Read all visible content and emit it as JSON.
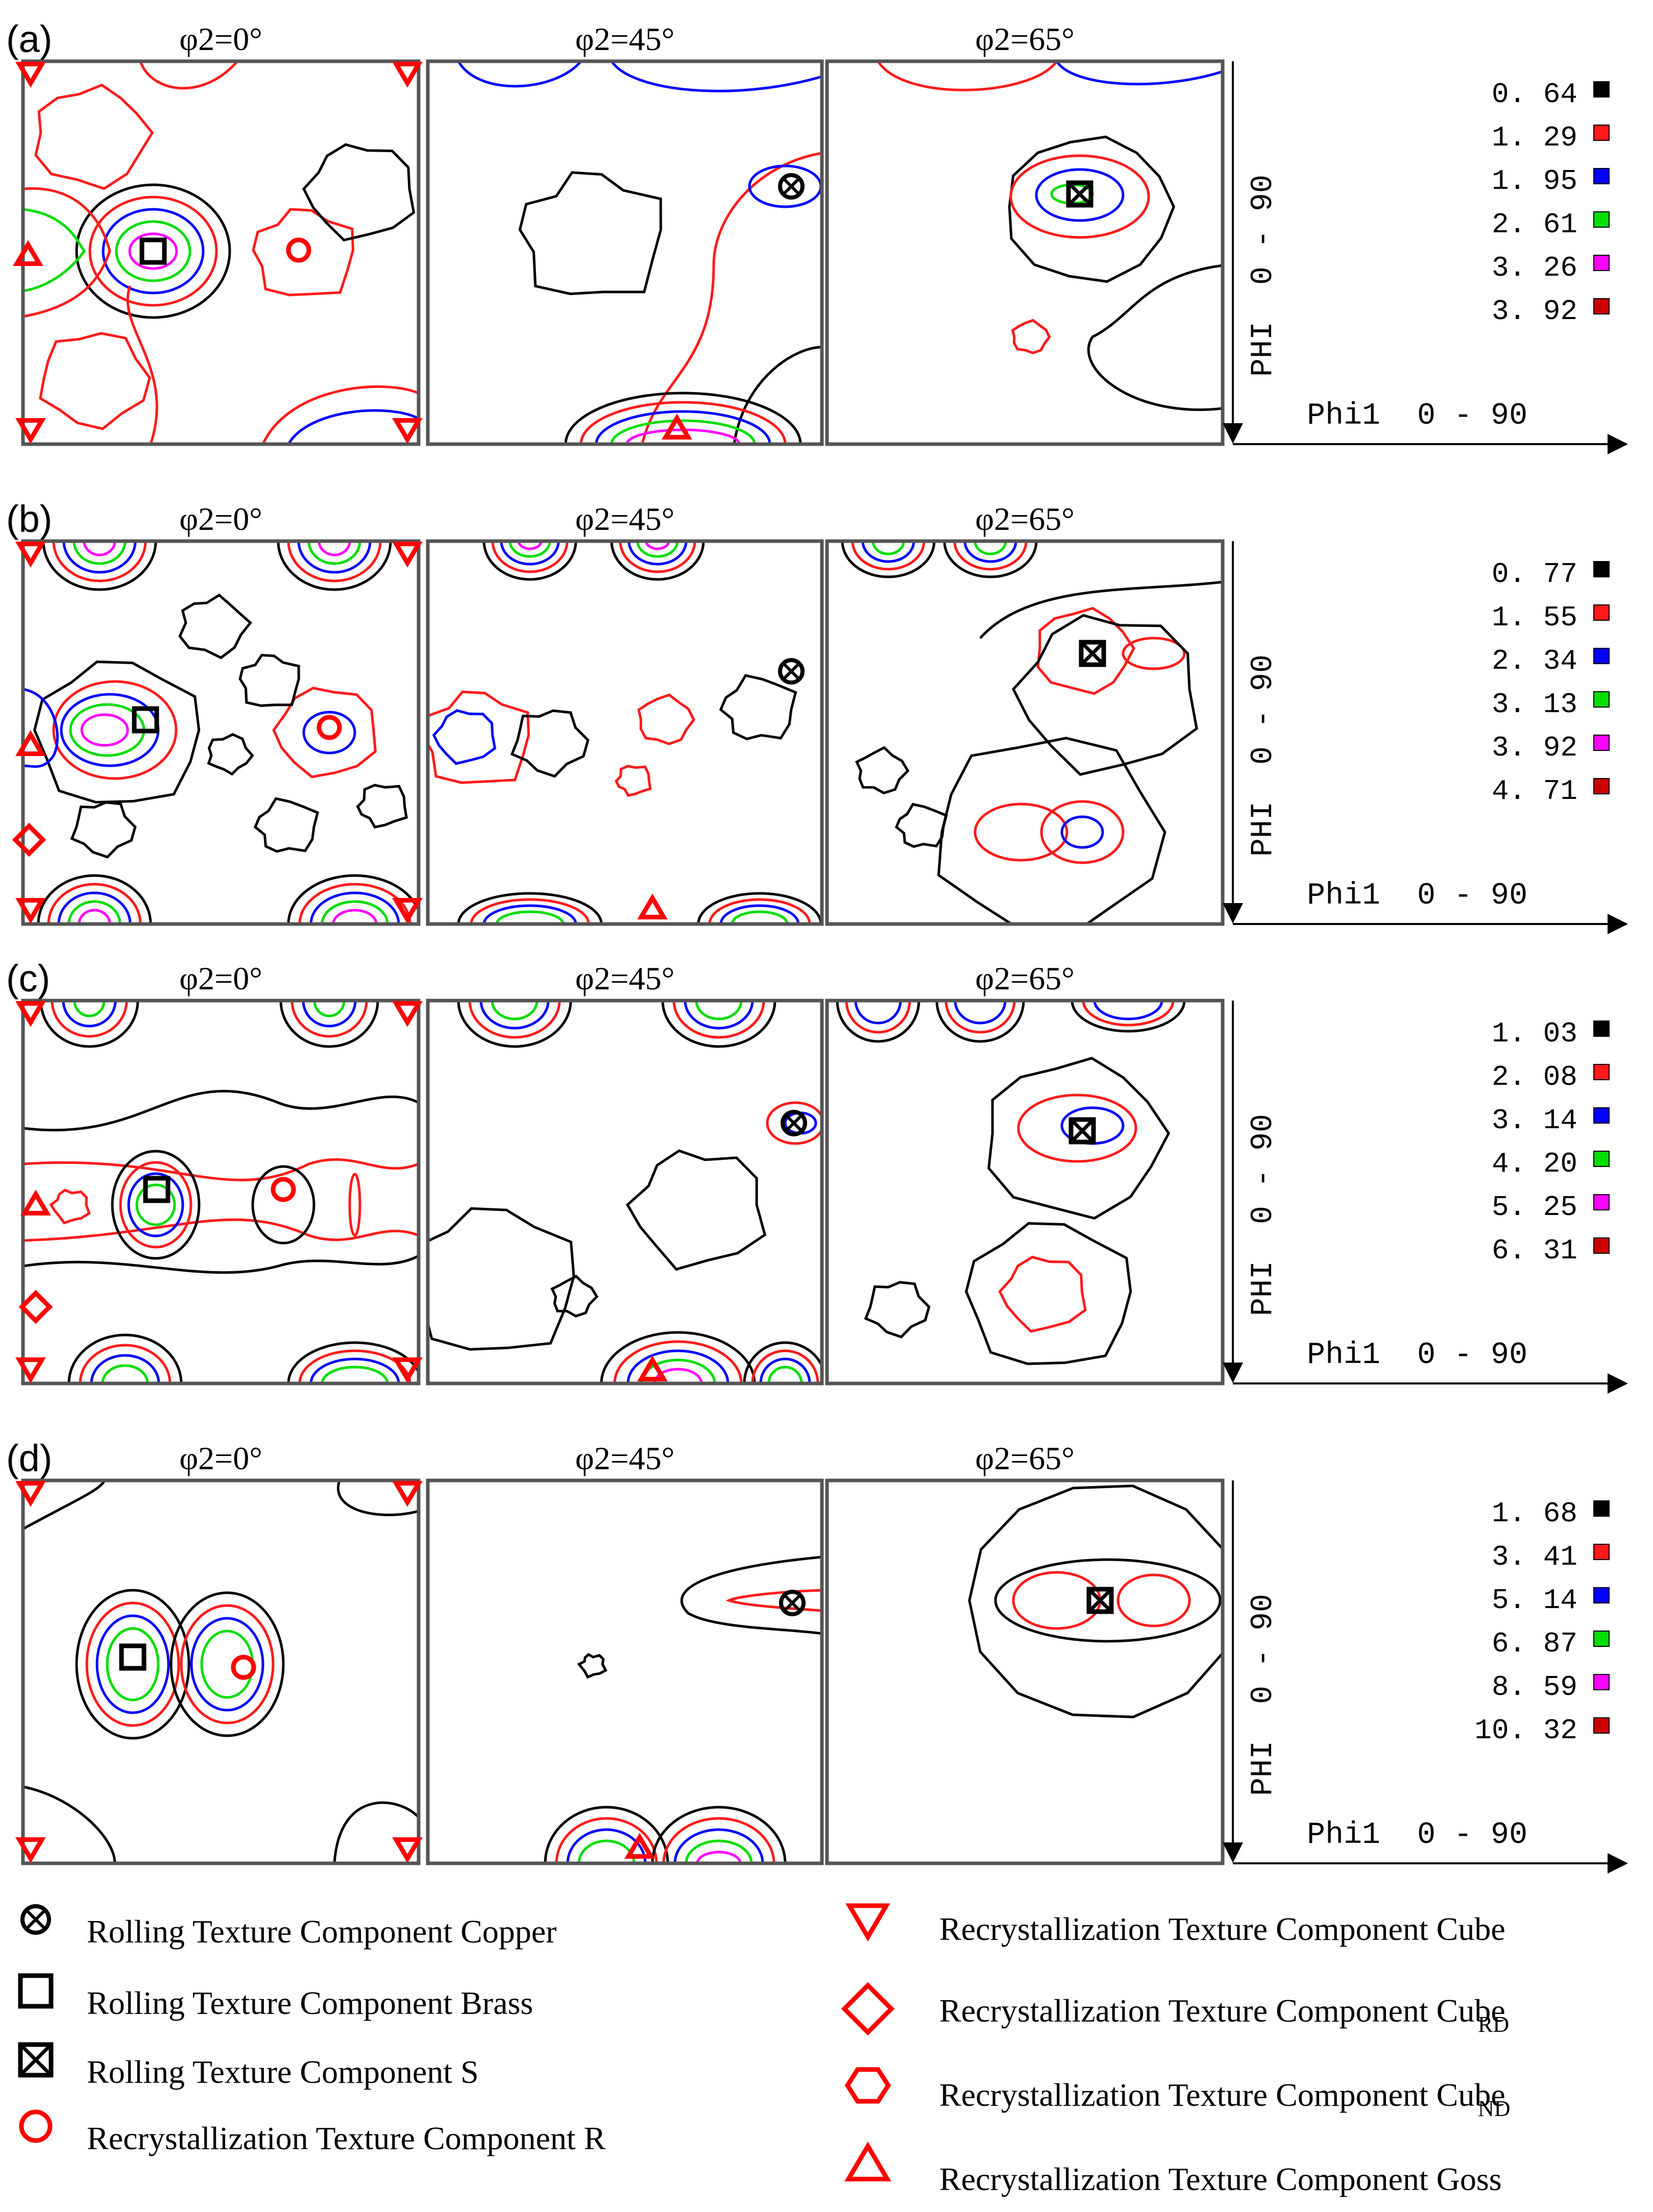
{
  "colors": {
    "level1": "#000000",
    "level2": "#ff1a1a",
    "level3": "#0000ff",
    "level4": "#00dd00",
    "level5": "#ff00ff",
    "level6": "#cc0000",
    "marker_red": "#ff0000",
    "marker_black": "#000000"
  },
  "chart_data": [
    {
      "type": "contour",
      "panel_label": "(a)",
      "sections": [
        "φ2=0°",
        "φ2=45°",
        "φ2=65°"
      ],
      "ylabel": "PHI  0 - 90",
      "xlabel": "Phi1  0 - 90",
      "levels": [
        "0. 64",
        "1. 29",
        "1. 95",
        "2. 61",
        "3. 26",
        "3. 92"
      ]
    },
    {
      "type": "contour",
      "panel_label": "(b)",
      "sections": [
        "φ2=0°",
        "φ2=45°",
        "φ2=65°"
      ],
      "ylabel": "PHI  0 - 90",
      "xlabel": "Phi1  0 - 90",
      "levels": [
        "0. 77",
        "1. 55",
        "2. 34",
        "3. 13",
        "3. 92",
        "4. 71"
      ]
    },
    {
      "type": "contour",
      "panel_label": "(c)",
      "sections": [
        "φ2=0°",
        "φ2=45°",
        "φ2=65°"
      ],
      "ylabel": "PHI  0 - 90",
      "xlabel": "Phi1  0 - 90",
      "levels": [
        "1. 03",
        "2. 08",
        "3. 14",
        "4. 20",
        "5. 25",
        "6. 31"
      ]
    },
    {
      "type": "contour",
      "panel_label": "(d)",
      "sections": [
        "φ2=0°",
        "φ2=45°",
        "φ2=65°"
      ],
      "ylabel": "PHI  0 - 90",
      "xlabel": "Phi1  0 - 90",
      "levels": [
        "1. 68",
        "3. 41",
        "5. 14",
        "6. 87",
        "8. 59",
        "10. 32"
      ]
    }
  ],
  "legend": {
    "copper": "Rolling Texture Component Copper",
    "brass": "Rolling Texture Component Brass",
    "s": "Rolling Texture Component S",
    "r": "Recrystallization Texture Component R",
    "cube": "Recrystallization Texture Component Cube",
    "cube_rd_main": "Recrystallization Texture Component Cube",
    "cube_rd_sub": "RD",
    "cube_nd_main": "Recrystallization Texture Component Cube",
    "cube_nd_sub": "ND",
    "goss": "Recrystallization Texture Component Goss"
  }
}
